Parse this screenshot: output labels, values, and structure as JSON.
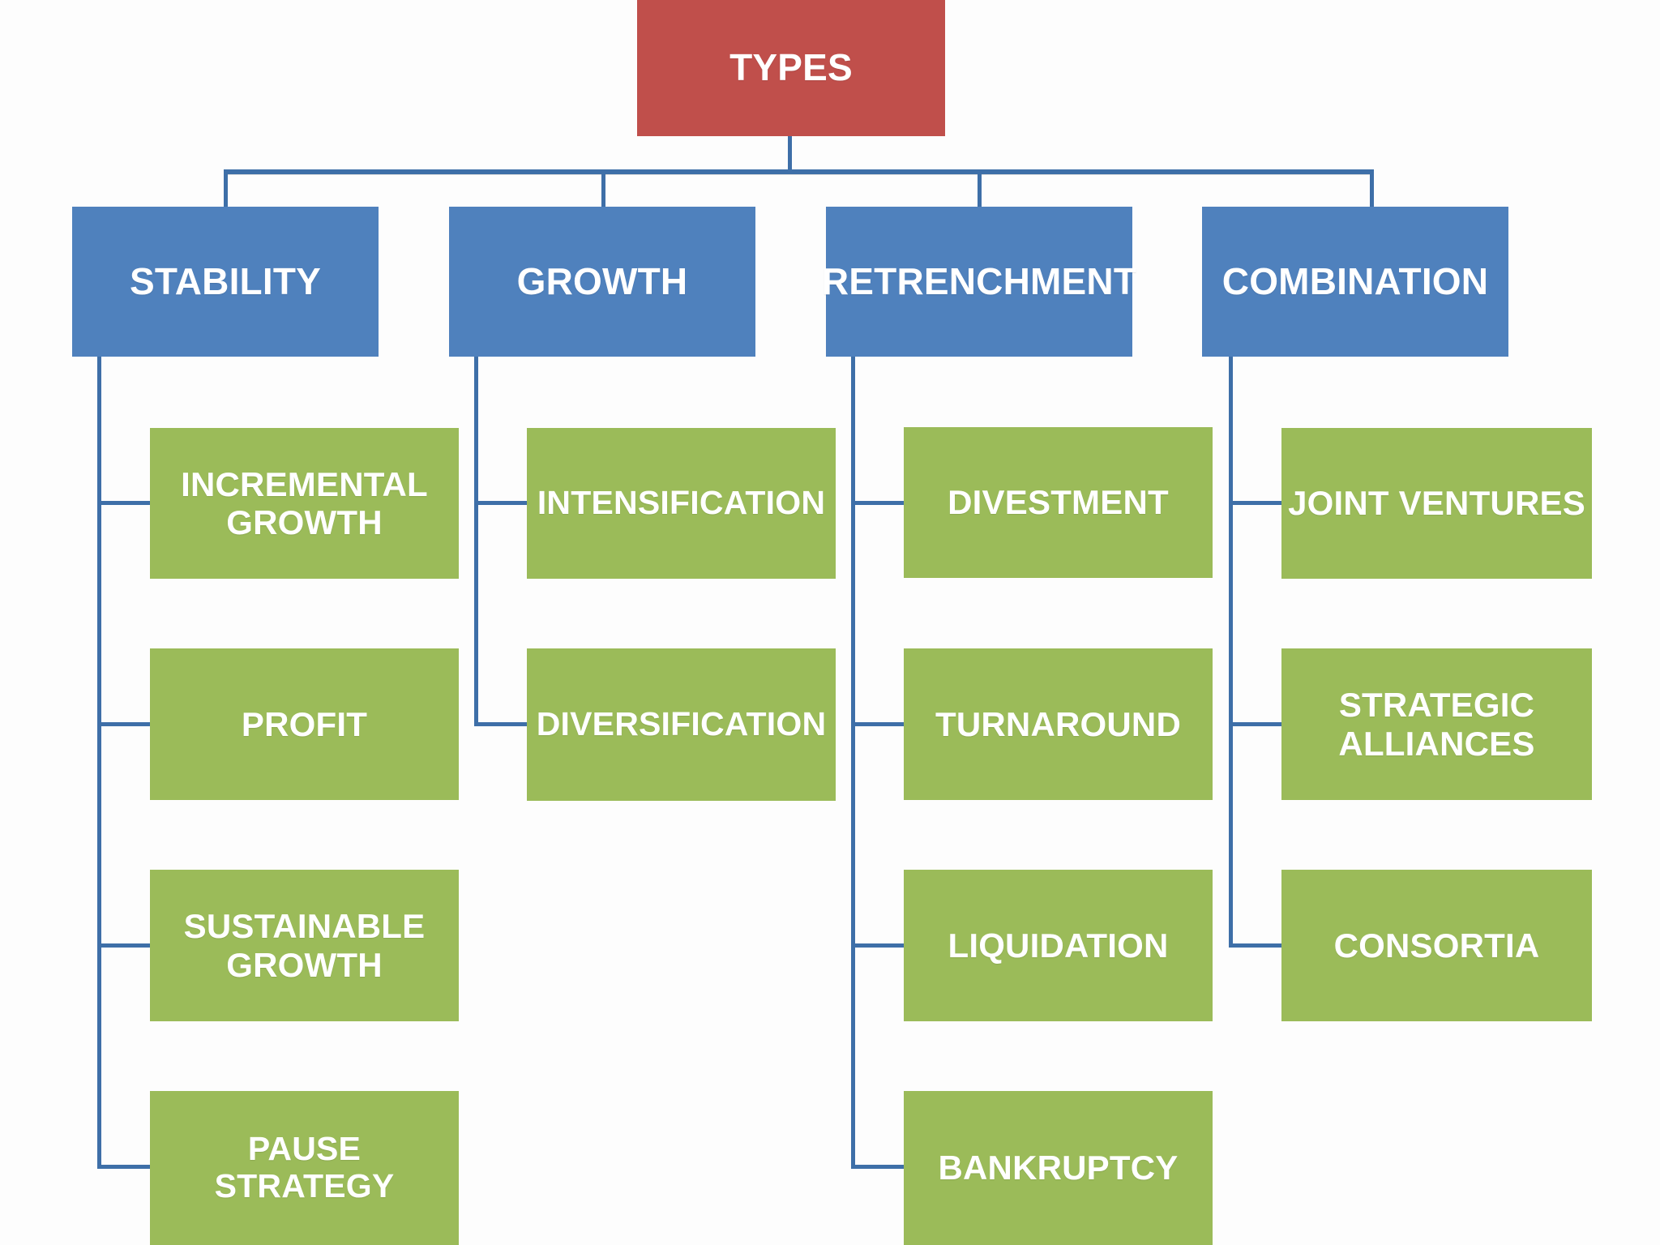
{
  "diagram": {
    "title": "TYPES",
    "colors": {
      "root": "#C04F4B",
      "level2": "#4F81BD",
      "level3": "#9BBB59",
      "connector": "#3E6FA8",
      "text": "#FFFFFF",
      "background": "#FDFDFD"
    },
    "root": {
      "label": "TYPES"
    },
    "branches": [
      {
        "label": "STABILITY",
        "children": [
          {
            "label": "INCREMENTAL GROWTH"
          },
          {
            "label": "PROFIT"
          },
          {
            "label": "SUSTAINABLE GROWTH"
          },
          {
            "label": "PAUSE STRATEGY"
          }
        ]
      },
      {
        "label": "GROWTH",
        "children": [
          {
            "label": "INTENSIFICATION"
          },
          {
            "label": "DIVERSIFICATION"
          }
        ]
      },
      {
        "label": "RETRENCHMENT",
        "children": [
          {
            "label": "DIVESTMENT"
          },
          {
            "label": "TURNAROUND"
          },
          {
            "label": "LIQUIDATION"
          },
          {
            "label": "BANKRUPTCY"
          }
        ]
      },
      {
        "label": "COMBINATION",
        "children": [
          {
            "label": "JOINT VENTURES"
          },
          {
            "label": "STRATEGIC ALLIANCES"
          },
          {
            "label": "CONSORTIA"
          }
        ]
      }
    ]
  }
}
